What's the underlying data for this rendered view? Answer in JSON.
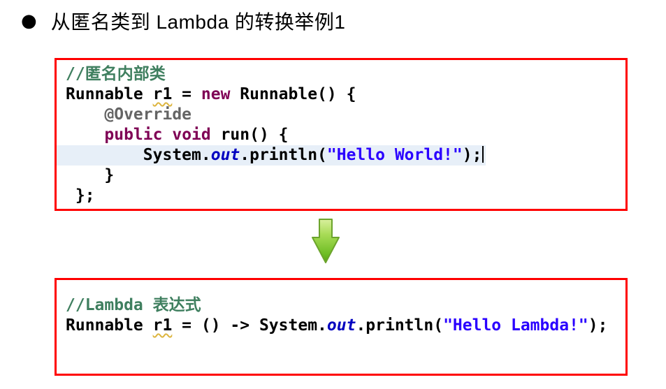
{
  "title": {
    "bullet": "●",
    "text": "从匿名类到 Lambda 的转换举例1"
  },
  "colors": {
    "border_red": "#ff0000",
    "comment_green": "#3f7f5f",
    "keyword_purple": "#7f0055",
    "annotation_gray": "#646464",
    "string_blue": "#2a00ff",
    "field_blue": "#0000c0",
    "line_highlight": "#e7eff8",
    "warn_underline": "#ddb53f",
    "arrow_green": "#6fbe25"
  },
  "arrow": {
    "icon": "down-arrow-icon",
    "direction": "down"
  },
  "code_blocks": [
    {
      "name": "anonymous-inner-class",
      "lines": [
        {
          "tokens": [
            {
              "t": "//匿名内部类",
              "c": "comment"
            }
          ]
        },
        {
          "tokens": [
            {
              "t": "Runnable ",
              "c": "plain"
            },
            {
              "t": "r1",
              "c": "warn"
            },
            {
              "t": " = ",
              "c": "plain"
            },
            {
              "t": "new",
              "c": "keyword"
            },
            {
              "t": " Runnable() {",
              "c": "plain"
            }
          ]
        },
        {
          "tokens": [
            {
              "t": "    ",
              "c": "plain"
            },
            {
              "t": "@Override",
              "c": "annotation"
            }
          ]
        },
        {
          "tokens": [
            {
              "t": "    ",
              "c": "plain"
            },
            {
              "t": "public",
              "c": "keyword"
            },
            {
              "t": " ",
              "c": "plain"
            },
            {
              "t": "void",
              "c": "keyword"
            },
            {
              "t": " run() {",
              "c": "plain"
            }
          ]
        },
        {
          "highlight": true,
          "cursor": true,
          "tokens": [
            {
              "t": "        System.",
              "c": "plain"
            },
            {
              "t": "out",
              "c": "field"
            },
            {
              "t": ".println(",
              "c": "plain"
            },
            {
              "t": "\"Hello World!\"",
              "c": "string"
            },
            {
              "t": ");",
              "c": "plain"
            }
          ]
        },
        {
          "tokens": [
            {
              "t": "    }",
              "c": "plain"
            }
          ]
        },
        {
          "tokens": [
            {
              "t": " };",
              "c": "plain"
            }
          ]
        }
      ]
    },
    {
      "name": "lambda-expression",
      "lines": [
        {
          "tokens": [
            {
              "t": "//Lambda 表达式",
              "c": "comment"
            }
          ]
        },
        {
          "tokens": [
            {
              "t": "Runnable ",
              "c": "plain"
            },
            {
              "t": "r1",
              "c": "warn"
            },
            {
              "t": " = () -> System.",
              "c": "plain"
            },
            {
              "t": "out",
              "c": "field"
            },
            {
              "t": ".println(",
              "c": "plain"
            },
            {
              "t": "\"Hello Lambda!\"",
              "c": "string"
            },
            {
              "t": ");",
              "c": "plain"
            }
          ]
        }
      ]
    }
  ]
}
